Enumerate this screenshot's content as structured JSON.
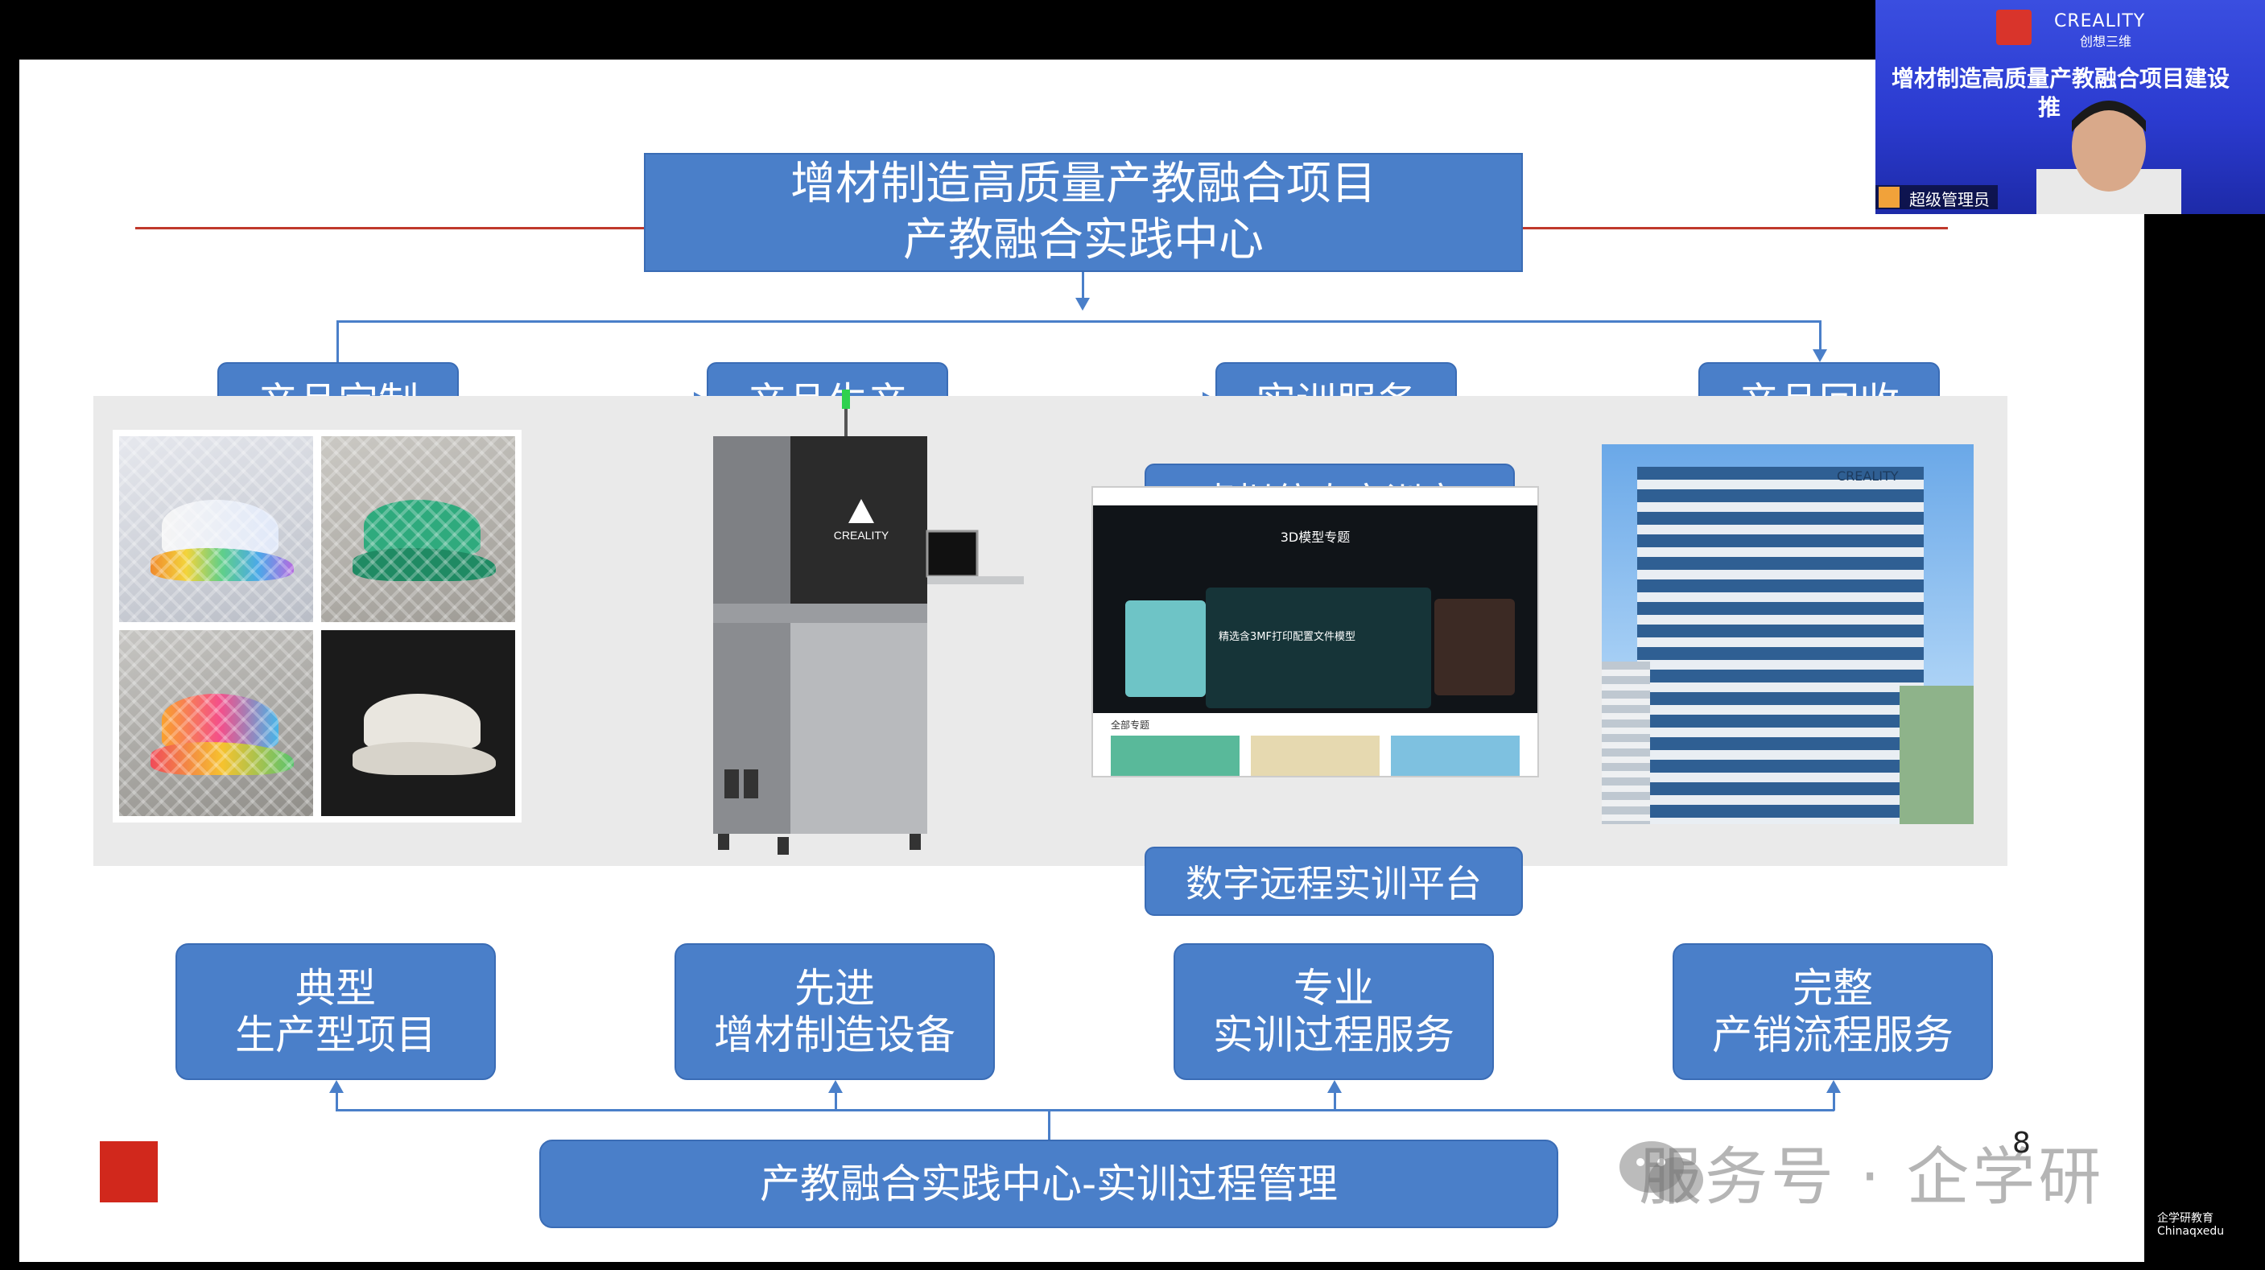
{
  "slide": {
    "header": {
      "line1": "增材制造高质量产教融合项目",
      "line2": "产教融合实践中心"
    },
    "stages": [
      "产品定制",
      "产品生产",
      "实训服务",
      "产品回收"
    ],
    "virtual_lab": "虚拟仿真实训室",
    "remote_platform": "数字远程实训平台",
    "screenshot": {
      "topic_title": "3D模型专题",
      "banner_text": "精选含3MF打印配置文件模型",
      "all_topics": "全部专题"
    },
    "features": [
      {
        "line1": "典型",
        "line2": "生产型项目"
      },
      {
        "line1": "先进",
        "line2": "增材制造设备"
      },
      {
        "line1": "专业",
        "line2": "实训过程服务"
      },
      {
        "line1": "完整",
        "line2": "产销流程服务"
      }
    ],
    "bottom_bar": "产教融合实践中心-实训过程管理",
    "page_number": "8",
    "machine_brand": "CREALITY",
    "building_brand": "CREALITY"
  },
  "watermark": "服务号 · 企学研",
  "video": {
    "brand": "CREALITY",
    "brand_sub": "创想三维",
    "title": "增材制造高质量产教融合项目建设",
    "title_line2": "推",
    "user_label": "超级管理员"
  },
  "corner_logo": {
    "line1": "企学研教育",
    "line2": "Chinaqxedu"
  }
}
